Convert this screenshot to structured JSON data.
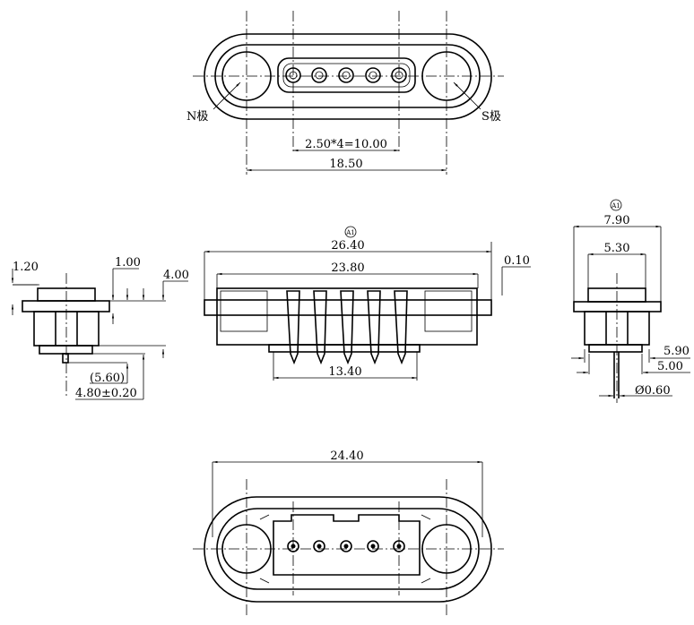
{
  "top_view": {
    "n_pole": "N极",
    "s_pole": "S极",
    "pitch_dim": "2.50*4=10.00",
    "width_dim": "18.50"
  },
  "front_view": {
    "datum": "A1",
    "overall_length": "26.40",
    "inner_length": "23.80",
    "offset": "0.10",
    "pin_span": "13.40"
  },
  "left_view": {
    "flange_thickness": "1.20",
    "step": "1.00",
    "height": "4.00",
    "ref_height": "(5.60)",
    "total_height": "4.80±0.20"
  },
  "right_view": {
    "datum": "A1",
    "flange_width": "7.90",
    "cap_width": "5.30",
    "body_width": "5.90",
    "foot_width": "5.00",
    "pin_diameter": "Ø0.60"
  },
  "bottom_view": {
    "length": "24.40"
  }
}
